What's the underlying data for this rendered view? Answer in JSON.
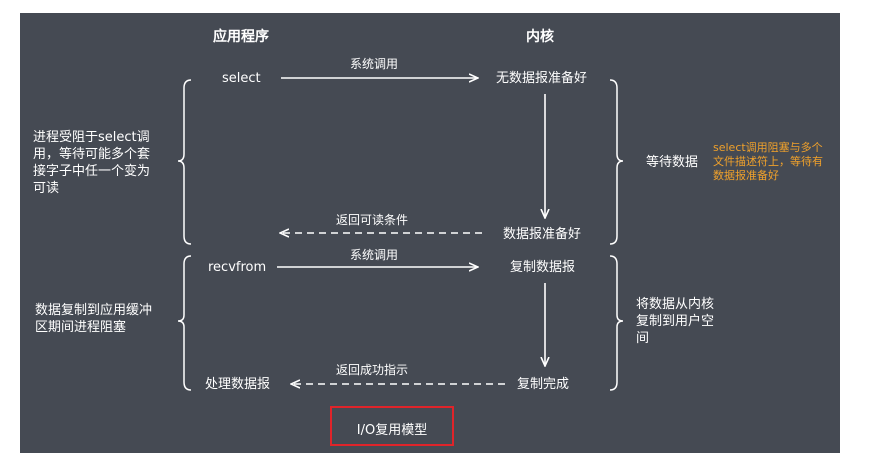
{
  "headers": {
    "app": "应用程序",
    "kernel": "内核"
  },
  "phase1": {
    "select_call": "select",
    "syscall_label": "系统调用",
    "no_datagram": "无数据报准备好",
    "left_note": "进程受阻于select调用，等待可能多个套接字子中任一个变为可读",
    "wait_data": "等待数据",
    "side_note": "select调用阻塞与多个文件描述符上，等待有数据报准备好",
    "return_readable": "返回可读条件",
    "datagram_ready": "数据报准备好"
  },
  "phase2": {
    "recvfrom_call": "recvfrom",
    "syscall_label": "系统调用",
    "copy_datagram": "复制数据报",
    "left_note": "数据复制到应用缓冲区期间进程阻塞",
    "right_note": "将数据从内核复制到用户空间",
    "return_success": "返回成功指示",
    "process_datagram": "处理数据报",
    "copy_done": "复制完成"
  },
  "caption": "I/O复用模型",
  "colors": {
    "background": "#454a53",
    "text": "#ffffff",
    "note": "#f0a12b",
    "highlight": "#e0242a"
  }
}
